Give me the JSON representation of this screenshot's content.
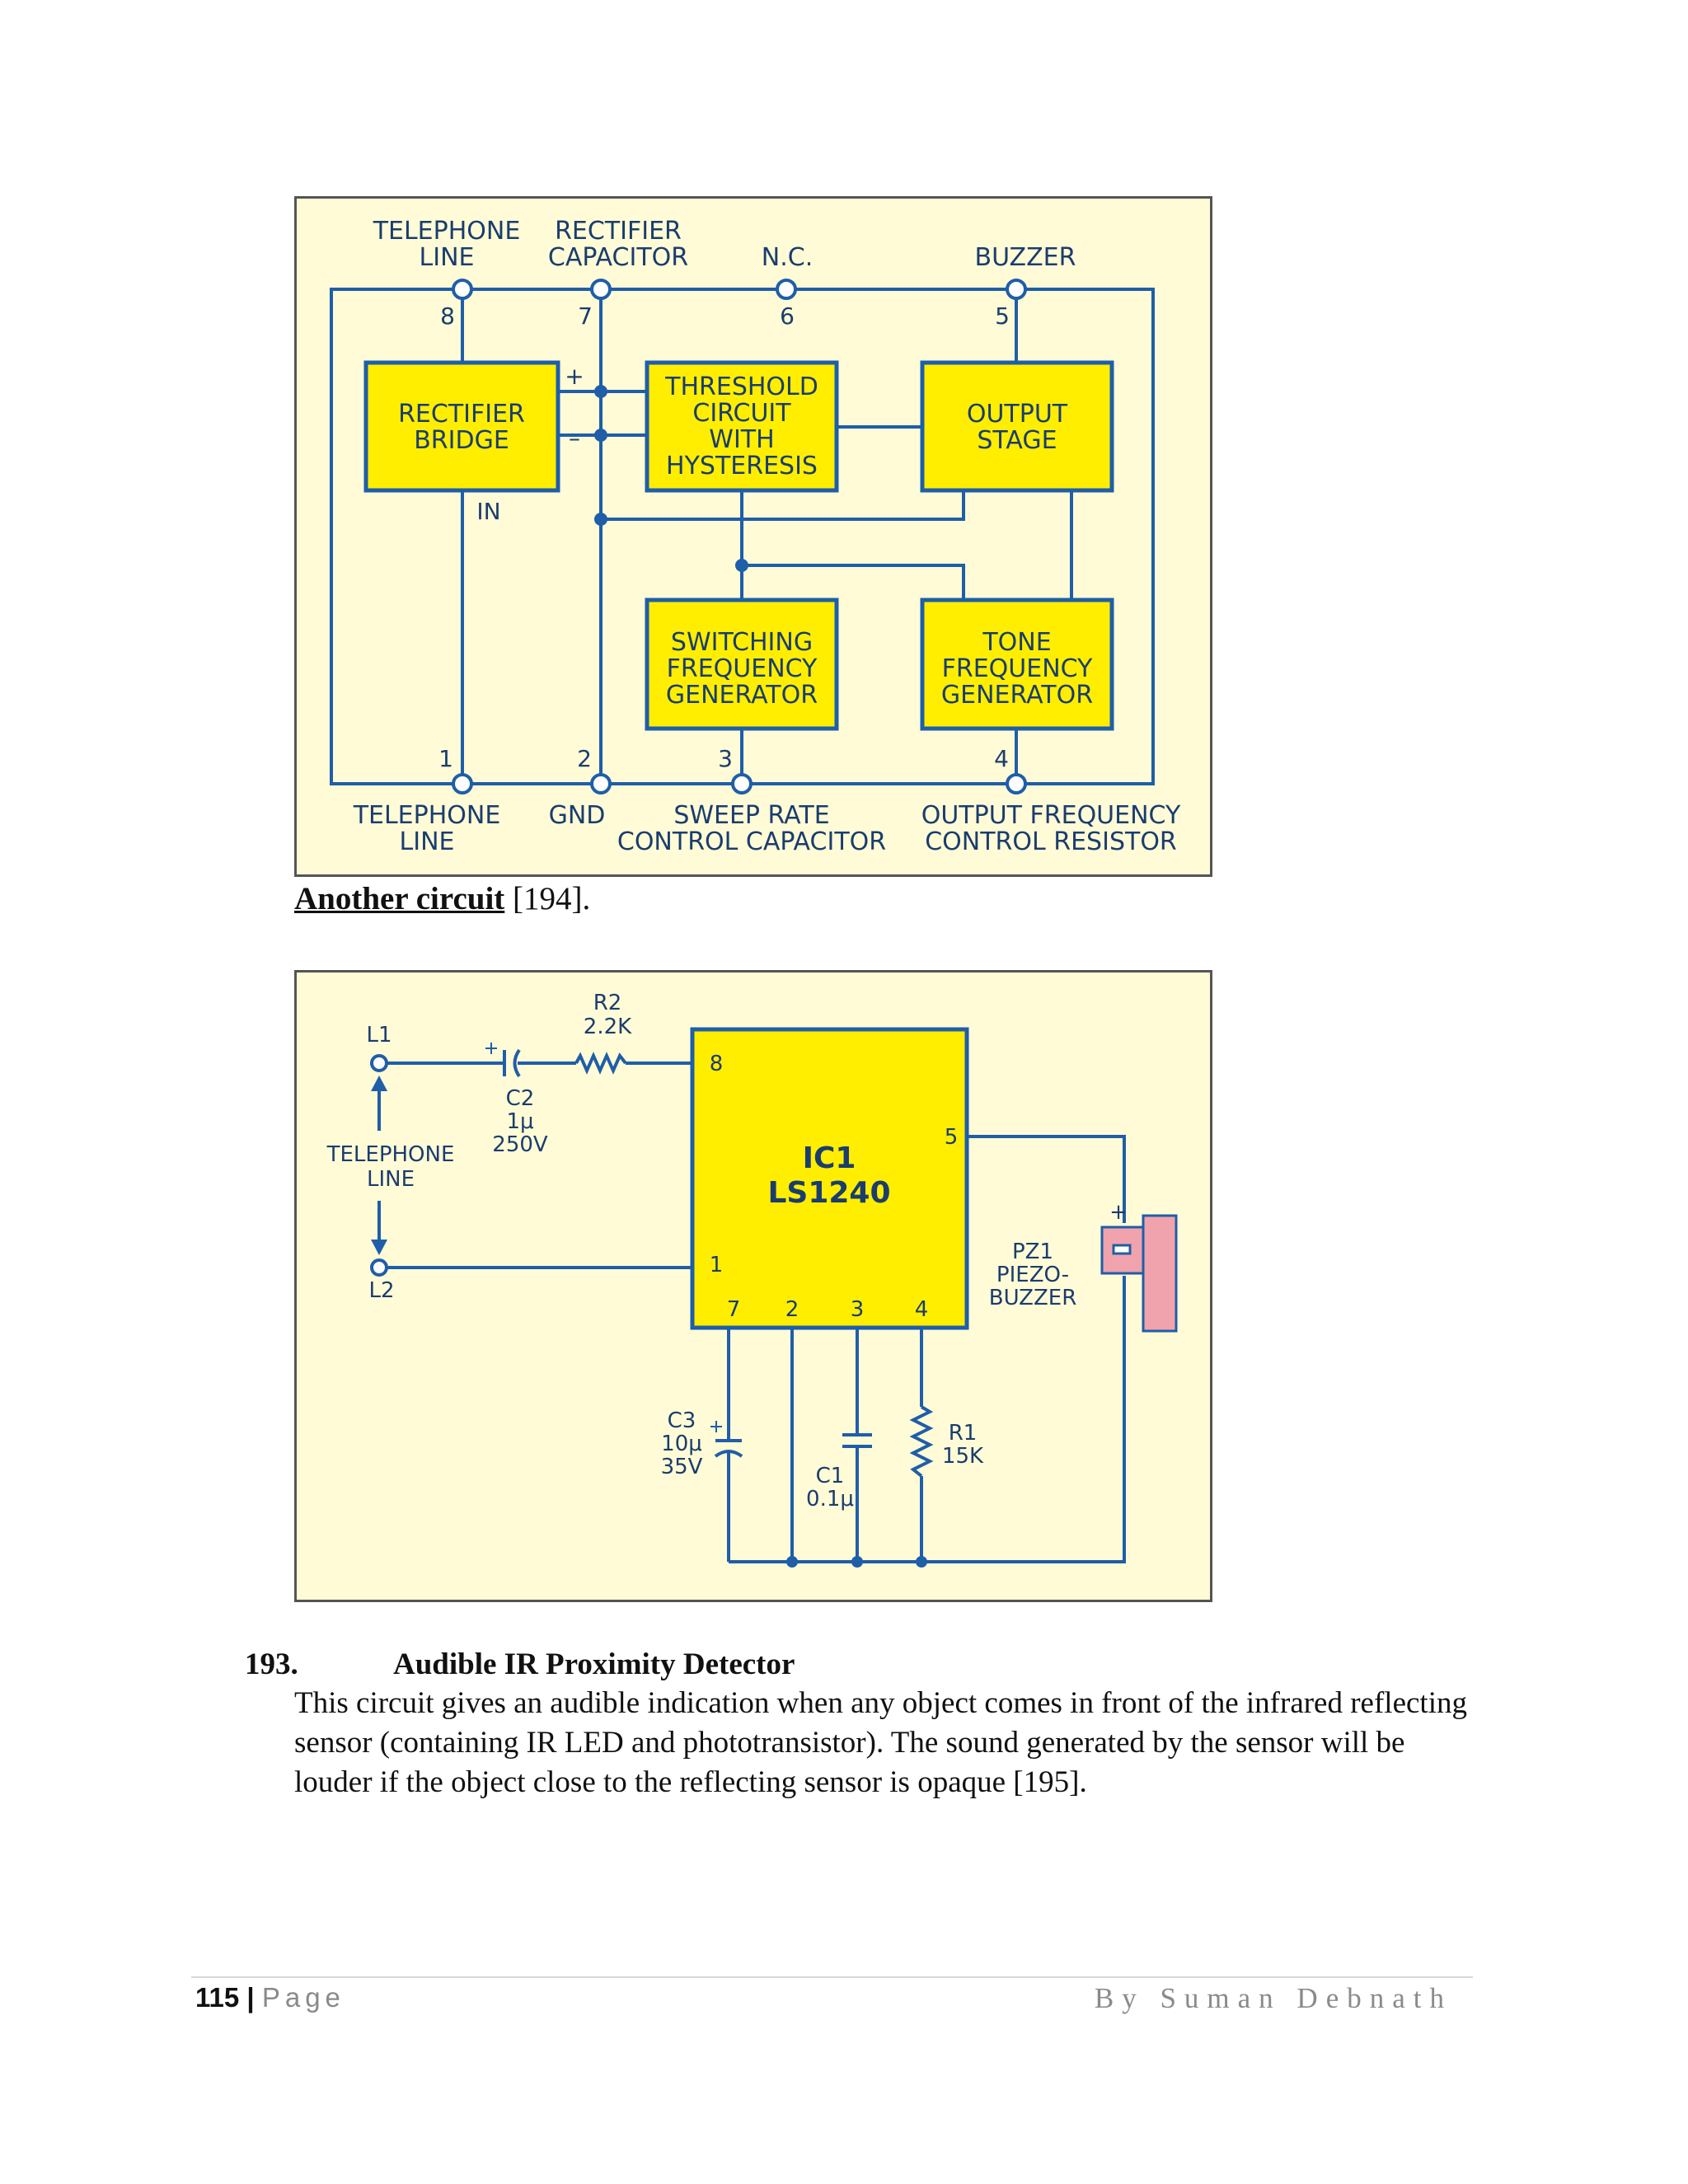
{
  "figure1": {
    "pin_labels": {
      "telephone_line_top": [
        "TELEPHONE",
        "LINE"
      ],
      "rectifier_capacitor": [
        "RECTIFIER",
        "CAPACITOR"
      ],
      "nc": "N.C.",
      "buzzer": "BUZZER",
      "telephone_line_bottom": [
        "TELEPHONE",
        "LINE"
      ],
      "gnd": "GND",
      "sweep_rate": [
        "SWEEP RATE",
        "CONTROL CAPACITOR"
      ],
      "output_frequency": [
        "OUTPUT FREQUENCY",
        "CONTROL RESISTOR"
      ]
    },
    "pin_numbers": {
      "p8": "8",
      "p7": "7",
      "p6": "6",
      "p5": "5",
      "p1": "1",
      "p2": "2",
      "p3": "3",
      "p4": "4"
    },
    "blocks": {
      "rectifier_bridge": [
        "RECTIFIER",
        "BRIDGE"
      ],
      "threshold_circuit": [
        "THRESHOLD",
        "CIRCUIT",
        "WITH",
        "HYSTERESIS"
      ],
      "output_stage": [
        "OUTPUT",
        "STAGE"
      ],
      "switching_frequency_generator": [
        "SWITCHING",
        "FREQUENCY",
        "GENERATOR"
      ],
      "tone_frequency_generator": [
        "TONE",
        "FREQUENCY",
        "GENERATOR"
      ]
    },
    "symbols": {
      "plus": "+",
      "minus": "–",
      "in": "IN"
    },
    "colors": {
      "background": "#fffbd6",
      "block_fill": "#ffee00",
      "wire": "#1f5ea8",
      "text": "#1a3d6e"
    }
  },
  "caption": {
    "bold": "Another circuit",
    "ref": " [194]."
  },
  "figure2": {
    "l1": "L1",
    "l2": "L2",
    "telephone_line": [
      "TELEPHONE",
      "LINE"
    ],
    "r2": [
      "R2",
      "2.2K"
    ],
    "c2": [
      "C2",
      "1μ",
      "250V"
    ],
    "ic": [
      "IC1",
      "LS1240"
    ],
    "ic_pins": {
      "p8": "8",
      "p1": "1",
      "p5": "5",
      "p7": "7",
      "p2": "2",
      "p3": "3",
      "p4": "4"
    },
    "c3": [
      "C3",
      "10μ",
      "35V"
    ],
    "c1": [
      "C1",
      "0.1μ"
    ],
    "r1": [
      "R1",
      "15K"
    ],
    "pz1": [
      "PZ1",
      "PIEZO-",
      "BUZZER"
    ],
    "plus": "+",
    "colors": {
      "background": "#fffbd6",
      "ic_fill": "#ffee00",
      "buzzer_fill": "#f1a3ad",
      "wire": "#1f5ea8"
    }
  },
  "section": {
    "number": "193.",
    "title": "Audible IR Proximity Detector",
    "body": "This circuit gives an audible indication when any object comes in front of the infrared reflecting sensor (containing IR LED and phototransistor). The sound generated by the sensor will be louder if the object close to the reflecting sensor is opaque [195]."
  },
  "footer": {
    "page_number": "115",
    "separator": " | ",
    "page_word": "Page",
    "author": "By Suman Debnath"
  }
}
